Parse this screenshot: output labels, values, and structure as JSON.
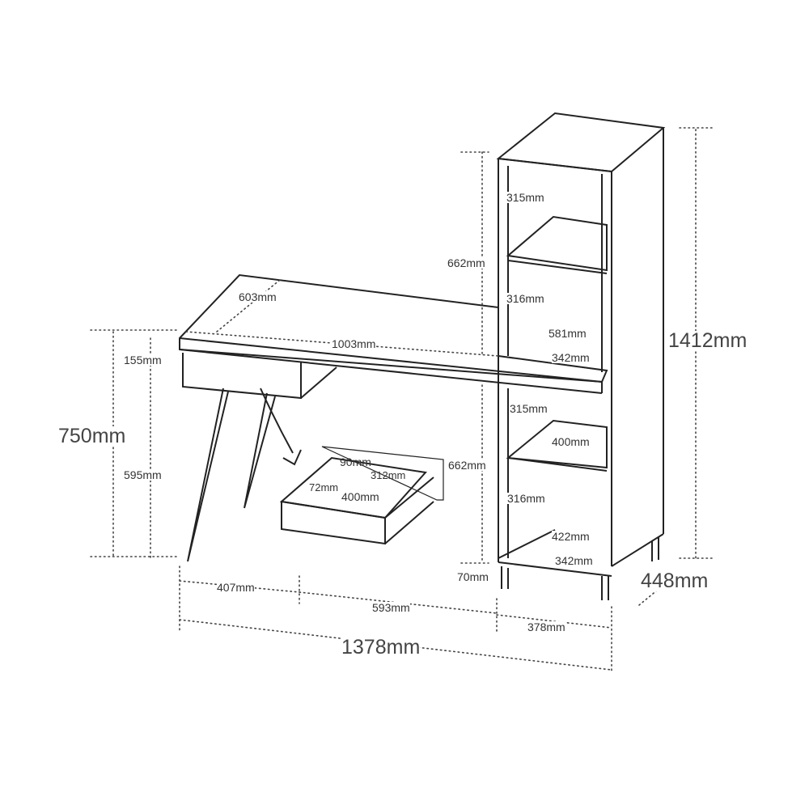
{
  "labels": {
    "desk_depth": "603mm",
    "desk_width": "1003mm",
    "drawer_front_height": "155mm",
    "total_desk_height": "750mm",
    "leg_clearance": "595mm",
    "upper_shelf_height": "662mm",
    "upper_shelf_1": "315mm",
    "upper_shelf_2": "316mm",
    "shelf_width": "581mm",
    "shelf_depth_upper": "342mm",
    "lower_shelf_1": "315mm",
    "lower_shelf_width": "400mm",
    "lower_shelf_height": "662mm",
    "lower_shelf_2": "316mm",
    "bottom_width": "422mm",
    "shelf_depth_lower": "342mm",
    "tower_height": "1412mm",
    "tower_depth": "448mm",
    "foot_height": "70mm",
    "leg_offset": "407mm",
    "middle_width": "593mm",
    "tower_width": "378mm",
    "total_width": "1378mm",
    "drawer_height": "90mm",
    "drawer_inner_depth": "312mm",
    "drawer_side": "72mm",
    "drawer_width": "400mm"
  }
}
